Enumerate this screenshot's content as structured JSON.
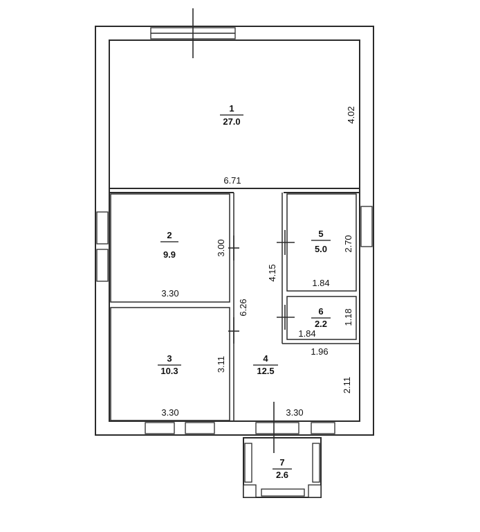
{
  "rooms": [
    {
      "number": "1",
      "area": "27.0"
    },
    {
      "number": "2",
      "area": "9.9"
    },
    {
      "number": "3",
      "area": "10.3"
    },
    {
      "number": "4",
      "area": "12.5"
    },
    {
      "number": "5",
      "area": "5.0"
    },
    {
      "number": "6",
      "area": "2.2"
    },
    {
      "number": "7",
      "area": "2.6"
    }
  ],
  "dimensions": {
    "room1_width": "6.71",
    "room1_height": "4.02",
    "room2_width": "3.30",
    "room2_height": "3.00",
    "room3_width": "3.30",
    "room3_height": "3.11",
    "corridor_height": "6.26",
    "corridor_upper": "4.15",
    "room4_width": "3.30",
    "room4_upper_width": "1.96",
    "room4_height": "2.11",
    "room5_width": "1.84",
    "room5_height": "2.70",
    "room6_width": "1.84",
    "room6_height": "1.18"
  }
}
